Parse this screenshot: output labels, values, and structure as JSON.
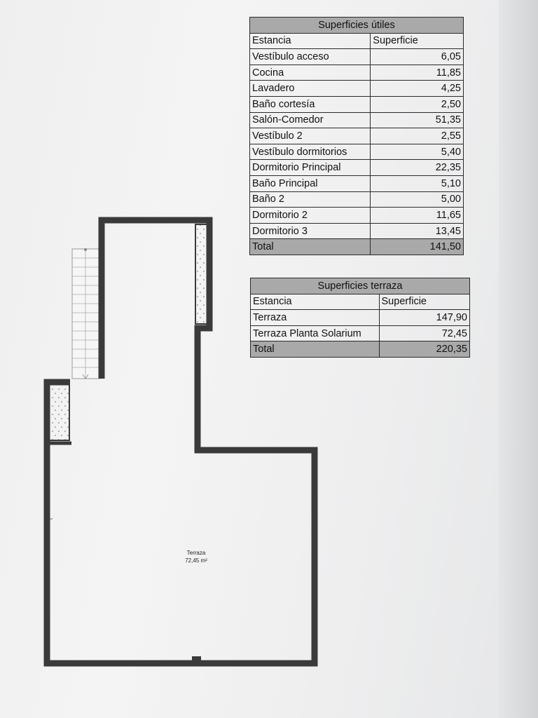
{
  "table_utiles": {
    "title": "Superficies útiles",
    "col_room": "Estancia",
    "col_area": "Superficie",
    "rows": [
      {
        "room": "Vestíbulo acceso",
        "area": "6,05"
      },
      {
        "room": "Cocina",
        "area": "11,85"
      },
      {
        "room": "Lavadero",
        "area": "4,25"
      },
      {
        "room": "Baño cortesía",
        "area": "2,50"
      },
      {
        "room": "Salón-Comedor",
        "area": "51,35"
      },
      {
        "room": "Vestíbulo 2",
        "area": "2,55"
      },
      {
        "room": "Vestíbulo dormitorios",
        "area": "5,40"
      },
      {
        "room": "Dormitorio Principal",
        "area": "22,35"
      },
      {
        "room": "Baño Principal",
        "area": "5,10"
      },
      {
        "room": "Baño 2",
        "area": "5,00"
      },
      {
        "room": "Dormitorio 2",
        "area": "11,65"
      },
      {
        "room": "Dormitorio 3",
        "area": "13,45"
      }
    ],
    "total_label": "Total",
    "total_value": "141,50"
  },
  "table_terraza": {
    "title": "Superficies terraza",
    "col_room": "Estancia",
    "col_area": "Superficie",
    "rows": [
      {
        "room": "Terraza",
        "area": "147,90"
      },
      {
        "room": "Terraza Planta Solarium",
        "area": "72,45"
      }
    ],
    "total_label": "Total",
    "total_value": "220,35"
  },
  "plan": {
    "room_name": "Terraza",
    "room_area": "72,45 m²"
  },
  "colors": {
    "wall": "#3a3a3a",
    "header_fill": "#a9a9a9",
    "paper": "#f1f1f1"
  }
}
